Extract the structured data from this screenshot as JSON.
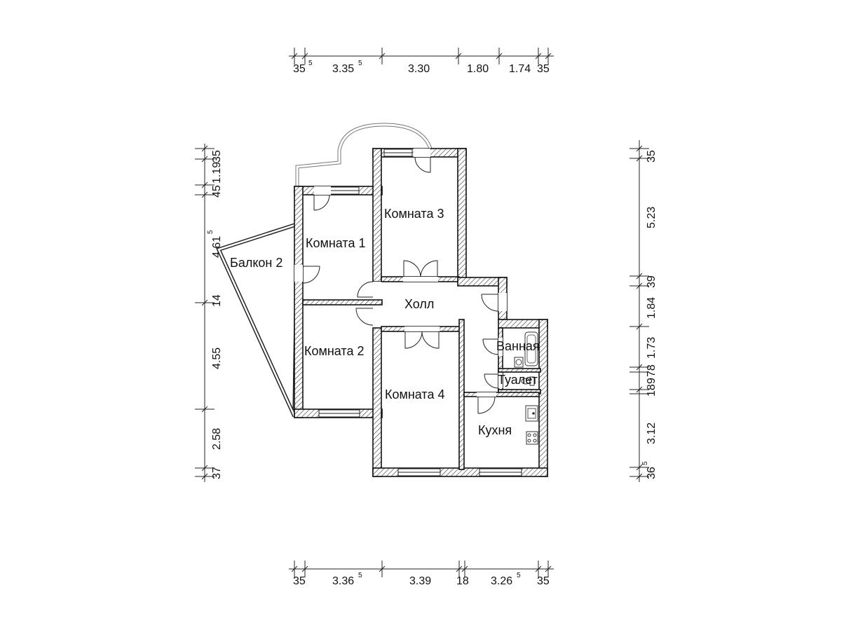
{
  "rooms": {
    "room1": "Комната 1",
    "room2": "Комната 2",
    "room3": "Комната 3",
    "room4": "Комната 4",
    "balcony2": "Балкон 2",
    "hall": "Холл",
    "bathroom": "Ванная",
    "toilet": "Туалет",
    "kitchen": "Кухня"
  },
  "dims_top": [
    {
      "main": "35",
      "sup": "5"
    },
    {
      "main": "3.35",
      "sup": "5"
    },
    {
      "main": "3.30",
      "sup": ""
    },
    {
      "main": "1.80",
      "sup": ""
    },
    {
      "main": "1.74",
      "sup": ""
    },
    {
      "main": "35",
      "sup": ""
    }
  ],
  "dims_bottom": [
    {
      "main": "35",
      "sup": ""
    },
    {
      "main": "3.36",
      "sup": "5"
    },
    {
      "main": "3.39",
      "sup": ""
    },
    {
      "main": "18",
      "sup": ""
    },
    {
      "main": "3.26",
      "sup": "5"
    },
    {
      "main": "35",
      "sup": ""
    }
  ],
  "dims_left": [
    {
      "main": "35",
      "sup": ""
    },
    {
      "main": "1.19",
      "sup": ""
    },
    {
      "main": "45",
      "sup": ""
    },
    {
      "main": "4.61",
      "sup": "5"
    },
    {
      "main": "14",
      "sup": ""
    },
    {
      "main": "4.55",
      "sup": ""
    },
    {
      "main": "2.58",
      "sup": ""
    },
    {
      "main": "37",
      "sup": ""
    }
  ],
  "dims_right": [
    {
      "main": "35",
      "sup": ""
    },
    {
      "main": "5.23",
      "sup": ""
    },
    {
      "main": "39",
      "sup": ""
    },
    {
      "main": "1.84",
      "sup": ""
    },
    {
      "main": "1.73",
      "sup": ""
    },
    {
      "main": "78",
      "sup": ""
    },
    {
      "main": "9",
      "sup": ""
    },
    {
      "main": "18",
      "sup": ""
    },
    {
      "main": "3.12",
      "sup": ""
    },
    {
      "main": "36",
      "sup": "5"
    }
  ]
}
